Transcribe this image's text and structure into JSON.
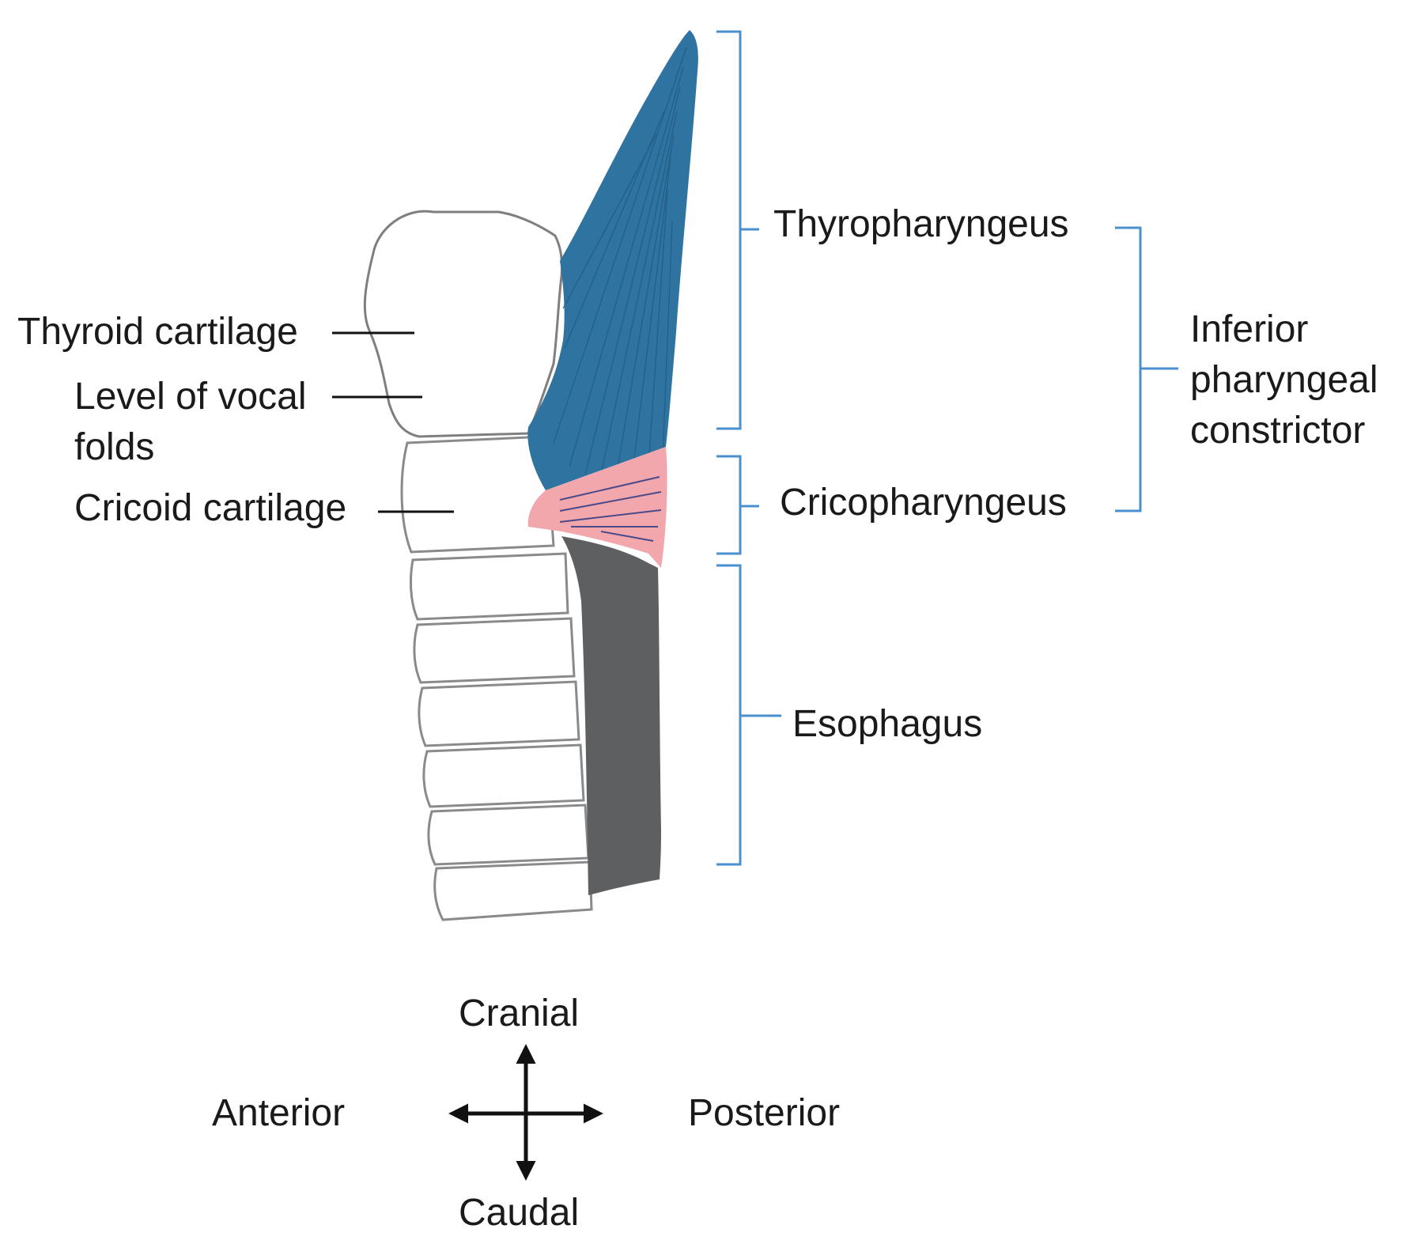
{
  "labels": {
    "thyroid_cartilage": "Thyroid cartilage",
    "vocal_folds": "Level of vocal folds",
    "cricoid_cartilage": "Cricoid cartilage",
    "thyropharyngeus": "Thyropharyngeus",
    "cricopharyngeus": "Cricopharyngeus",
    "esophagus": "Esophagus",
    "inferior_pharyngeal_constrictor": "Inferior pharyngeal constrictor"
  },
  "orientation": {
    "cranial": "Cranial",
    "caudal": "Caudal",
    "anterior": "Anterior",
    "posterior": "Posterior"
  },
  "colors": {
    "thyropharyngeus": "#2f74a1",
    "cricopharyngeus": "#f2a7ad",
    "esophagus": "#5d5f60",
    "bracket": "#4a8fd0",
    "cartilage_outline": "#7f7f7f",
    "leader_line": "#111111"
  },
  "icons": {
    "orientation_arrows": "four-way-arrow-icon"
  }
}
